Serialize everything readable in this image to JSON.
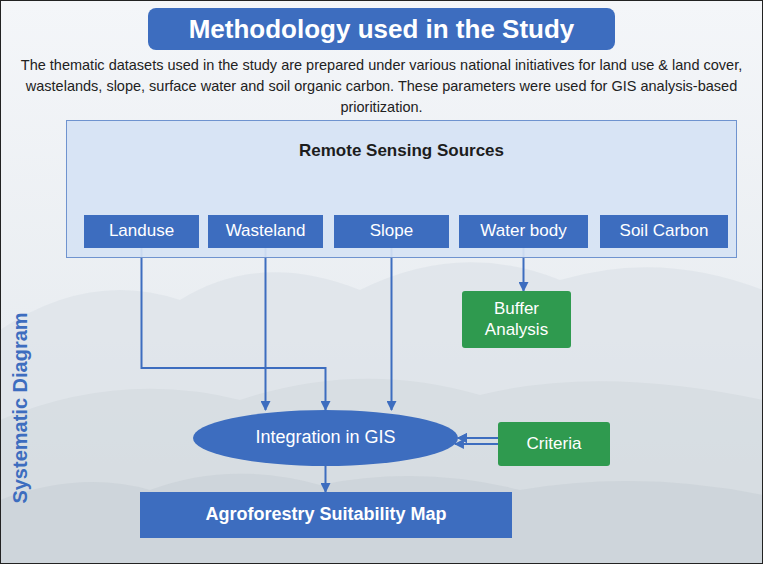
{
  "diagram": {
    "title": "Methodology used in the Study",
    "nodes": [
      {
        "text": [
          "Remote Sensing Sources"
        ]
      },
      {
        "text": [
          "Landuse"
        ],
        "in": 0
      },
      {
        "text": [
          "Wasteland"
        ],
        "in": 0
      },
      {
        "text": [
          "Slope"
        ],
        "in": 0
      },
      {
        "text": [
          "Water body"
        ],
        "in": 0
      },
      {
        "text": [
          "Soil Carbon"
        ],
        "in": 0
      },
      {
        "text": [
          "Buffer Analysis"
        ]
      },
      {
        "text": [
          "Integration in GIS"
        ]
      },
      {
        "text": [
          "Criteria"
        ]
      },
      {
        "text": [
          "Agroforestry Suitability Map"
        ]
      }
    ],
    "edges": [
      {
        "from": 4,
        "to": 6,
        "arrow": "to"
      },
      {
        "from": 1,
        "to": 7,
        "arrow": "to"
      },
      {
        "from": 2,
        "to": 7,
        "arrow": "to"
      },
      {
        "from": 3,
        "to": 7,
        "arrow": "to"
      },
      {
        "from": 6,
        "to": 7,
        "arrow": "to"
      },
      {
        "from": 5,
        "to": 7,
        "arrow": "to"
      },
      {
        "from": 8,
        "to": 7,
        "arrow": "to"
      },
      {
        "from": 7,
        "to": 9,
        "arrow": "to"
      }
    ],
    "labels": [
      "The thematic datasets used in the study are prepared under various national initiatives for land use & land cover, wastelands, slope, surface water and soil organic carbon. These parameters were used for GIS analysis-based prioritization.",
      "Systematic Diagram"
    ]
  }
}
